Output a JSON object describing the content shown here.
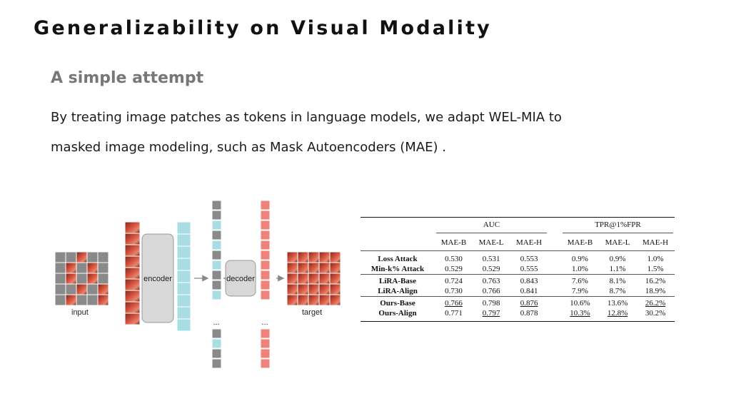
{
  "slide": {
    "title": "Generalizability on Visual Modality",
    "subtitle": "A simple attempt",
    "body_line1": "By treating image patches as tokens in language models, we adapt WEL-MIA to",
    "body_line2": "masked image modeling, such as Mask Autoencoders (MAE) ."
  },
  "figure": {
    "input_label": "input",
    "encoder_label": "encoder",
    "decoder_label": "decoder",
    "target_label": "target",
    "ellipsis": "...",
    "colors": {
      "patch_gray": "#8a8a8a",
      "patch_cyan": "#a8dde3",
      "patch_red": "#ef837a",
      "block_fill": "#d8d8d8",
      "image_red": "#c8382a"
    }
  },
  "table": {
    "group_headers": [
      "AUC",
      "TPR@1%FPR"
    ],
    "columns": [
      "MAE-B",
      "MAE-L",
      "MAE-H",
      "MAE-B",
      "MAE-L",
      "MAE-H"
    ],
    "rows": [
      {
        "method": "Loss Attack",
        "values": [
          "0.530",
          "0.531",
          "0.553",
          "0.9%",
          "0.9%",
          "1.0%"
        ]
      },
      {
        "method": "Min-k% Attack",
        "values": [
          "0.529",
          "0.529",
          "0.555",
          "1.0%",
          "1.1%",
          "1.5%"
        ]
      },
      {
        "method": "LiRA-Base",
        "values": [
          "0.724",
          "0.763",
          "0.843",
          "7.6%",
          "8.1%",
          "16.2%"
        ]
      },
      {
        "method": "LiRA-Align",
        "values": [
          "0.730",
          "0.766",
          "0.841",
          "7.9%",
          "8.7%",
          "18.9%"
        ]
      },
      {
        "method": "Ours-Base",
        "values": [
          "0.766",
          "0.798",
          "0.876",
          "10.6%",
          "13.6%",
          "26.2%"
        ]
      },
      {
        "method": "Ours-Align",
        "values": [
          "0.771",
          "0.797",
          "0.878",
          "10.3%",
          "12.8%",
          "30.2%"
        ]
      }
    ]
  }
}
